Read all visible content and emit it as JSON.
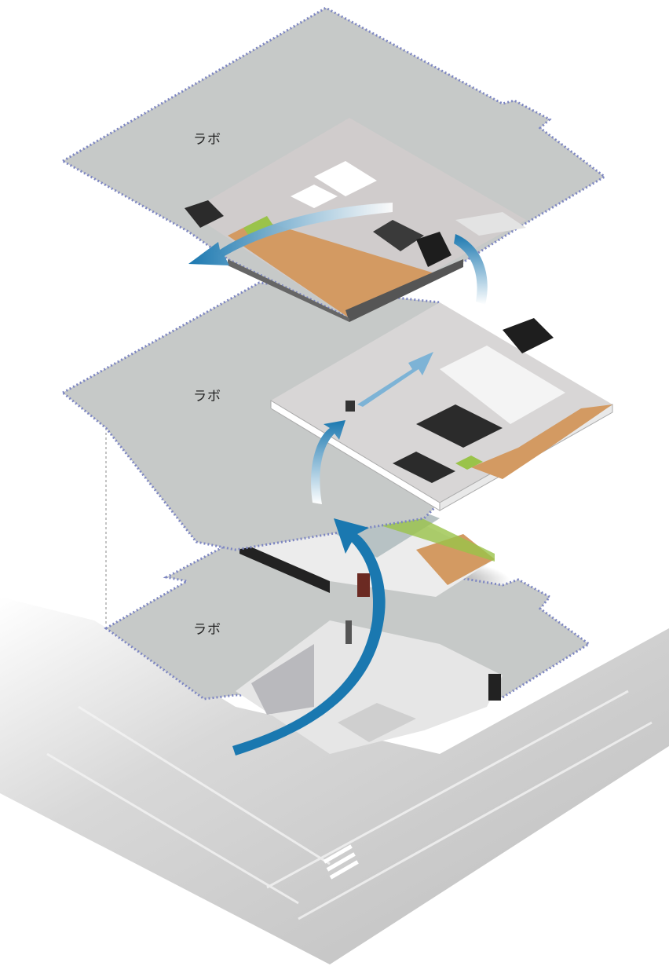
{
  "floors": [
    {
      "id": "upper",
      "label": "ラボ"
    },
    {
      "id": "middle",
      "label": "ラボ"
    },
    {
      "id": "lower",
      "label": "ラボ"
    }
  ],
  "colors": {
    "plate": "#c6c9c8",
    "plate_border": "#7d86c2",
    "arrow": "#1f7fb5",
    "wood": "#d39a62",
    "ground": "#dcdcdc"
  }
}
